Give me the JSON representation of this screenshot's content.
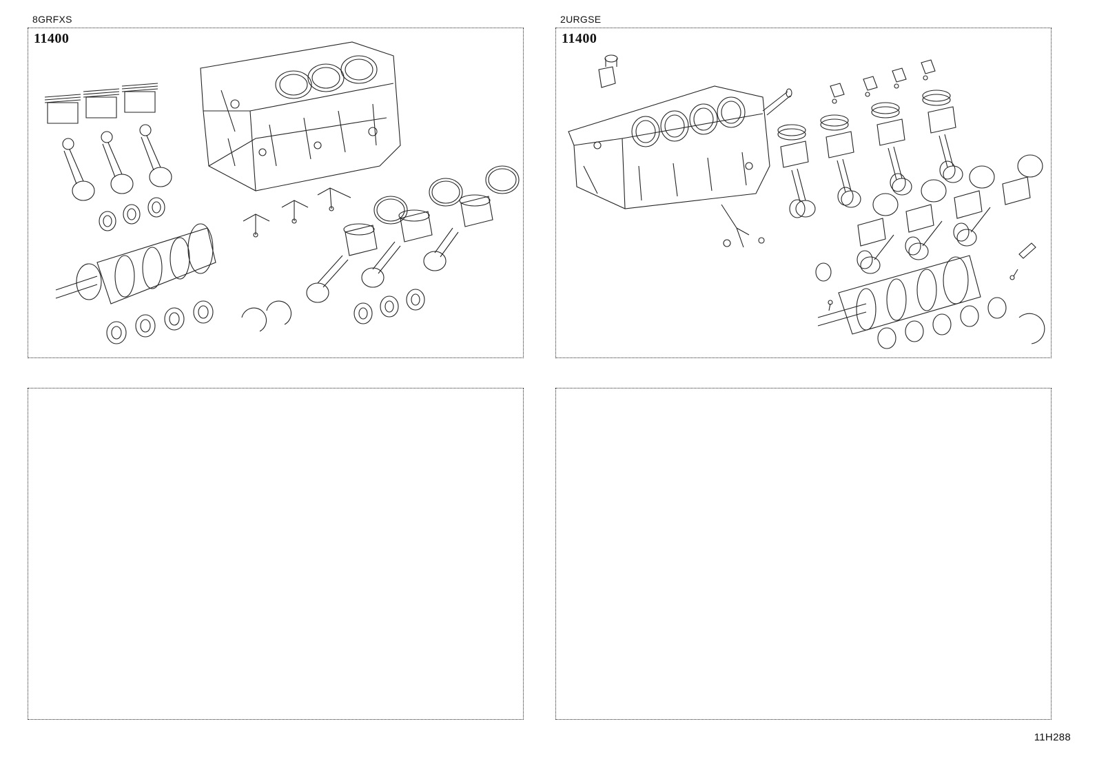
{
  "panels": [
    {
      "engine_code": "8GRFXS",
      "part_code": "11400"
    },
    {
      "engine_code": "2URGSE",
      "part_code": "11400"
    },
    {
      "engine_code": "",
      "part_code": ""
    },
    {
      "engine_code": "",
      "part_code": ""
    }
  ],
  "illustration_ref": "11H288",
  "colors": {
    "line": "#222222",
    "frame": "#222222",
    "background": "#ffffff"
  }
}
